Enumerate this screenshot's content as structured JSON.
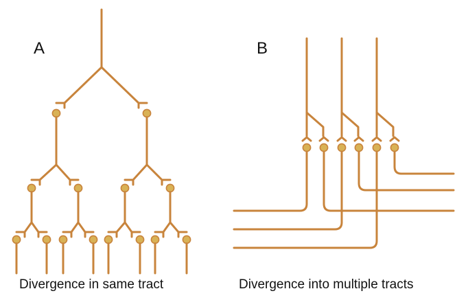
{
  "panels": [
    {
      "letter": "A",
      "caption": "Divergence in same tract"
    },
    {
      "letter": "B",
      "caption": "Divergence into multiple tracts"
    }
  ],
  "colors": {
    "axon": "#c8843c",
    "soma_fill": "#d9b256",
    "soma_stroke": "#c8843c",
    "text": "#111111"
  }
}
